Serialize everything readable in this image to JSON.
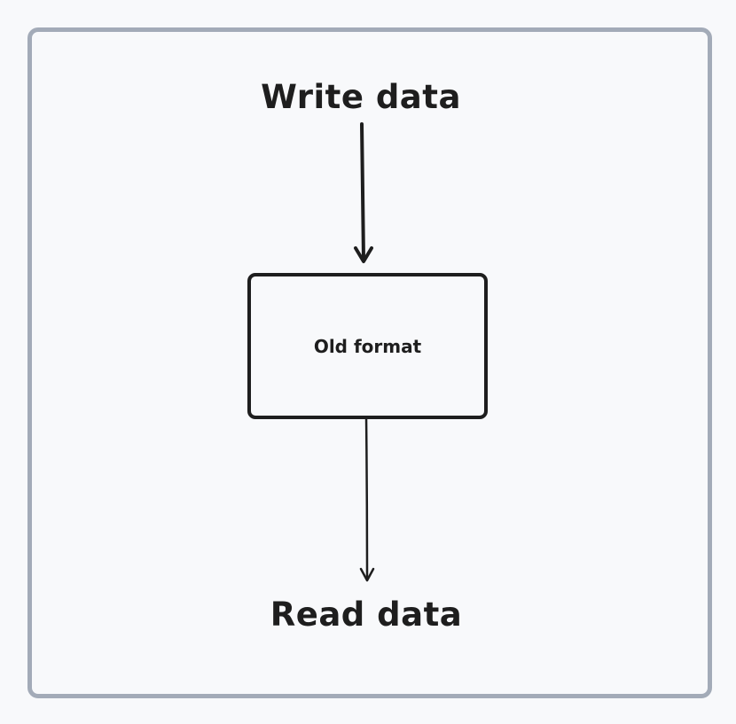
{
  "diagram": {
    "nodes": {
      "source": "Write data",
      "store": "Old format",
      "sink": "Read data"
    },
    "edges": [
      {
        "from": "source",
        "to": "store"
      },
      {
        "from": "store",
        "to": "sink"
      }
    ],
    "colors": {
      "background": "#f8f9fb",
      "frame_border": "#a3abb8",
      "ink": "#1e1e1e"
    }
  }
}
